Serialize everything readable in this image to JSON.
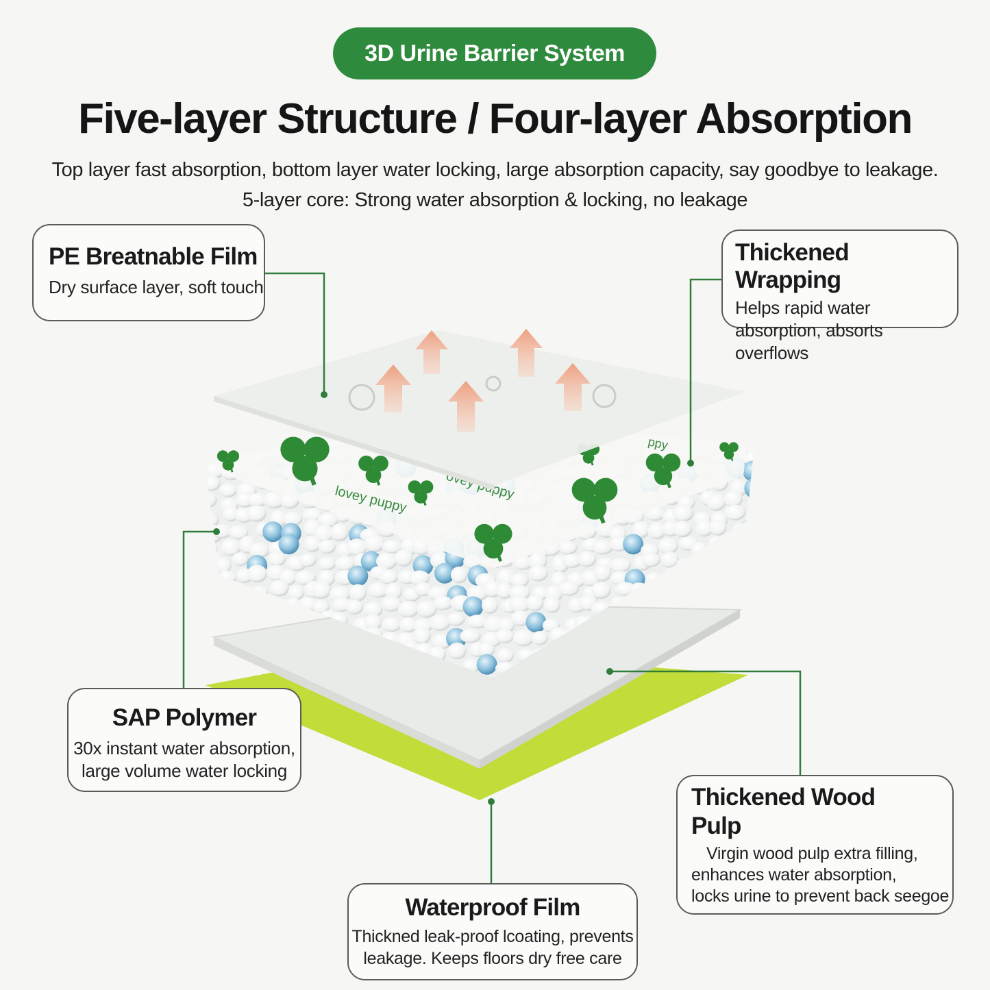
{
  "header": {
    "badge": "3D Urine Barrier System",
    "title": "Five-layer Structure / Four-layer Absorption",
    "subtitle_line1": "Top layer fast absorption, bottom layer water locking, large absorption capacity, say goodbye to leakage.",
    "subtitle_line2": "5-layer core: Strong water absorption & locking, no leakage"
  },
  "layers": {
    "pe_film": {
      "title": "PE Breatnable Film",
      "description": "Dry surface layer, soft touch"
    },
    "thickened_wrapping": {
      "title": "Thickened Wrapping",
      "description": "Helps rapid water absorption, absorts overflows"
    },
    "sap_polymer": {
      "title": "SAP Polymer",
      "description_line1": "30x instant water absorption,",
      "description_line2": "large volume water locking"
    },
    "wood_pulp": {
      "title": "Thickened Wood Pulp",
      "description_line1": "Virgin wood pulp extra filling,",
      "description_line2": "enhances water absorption,",
      "description_line3": "locks urine to prevent back seegoe"
    },
    "waterproof_film": {
      "title": "Waterproof Film",
      "description_line1": "Thickned leak-proof lcoating, prevents",
      "description_line2": "leakage. Keeps floors dry free care"
    }
  },
  "pad_print": {
    "text1": "lovey puppy",
    "text2": "ovey puppy",
    "text3": "ppy"
  },
  "colors": {
    "brand_green": "#2e8b3e",
    "connector_green": "#2f7d3a",
    "waterproof_layer": "#c2dd3a",
    "clover_green": "#2f8a35",
    "gel_blue": "#7fb5d6",
    "arrow_peach": "#efa98a"
  }
}
